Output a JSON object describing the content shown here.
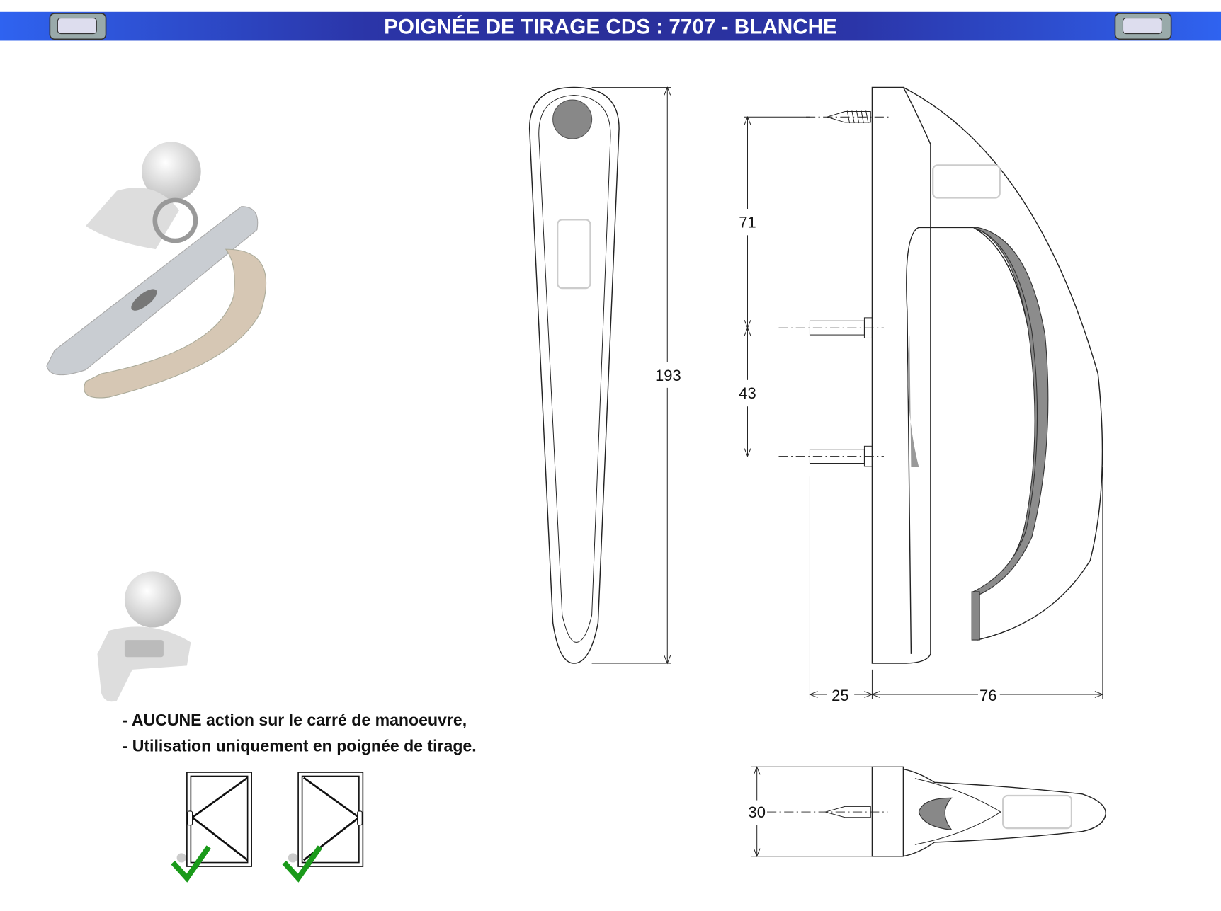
{
  "header": {
    "title": "POIGNÉE DE TIRAGE CDS : 7707 - BLANCHE",
    "colors": {
      "bar_edge": "#2f63f0",
      "bar_center": "#2a2f9a"
    }
  },
  "dimensions": {
    "front_height": "193",
    "side_top_spacing": "71",
    "side_screw_spacing": "43",
    "side_base_depth": "25",
    "side_handle_depth": "76",
    "bottom_width": "30"
  },
  "notes": [
    "- AUCUNE action sur le carré de manoeuvre,",
    "- Utilisation uniquement en poignée de tirage."
  ],
  "icons": [
    "brand-logo-left",
    "brand-logo-right",
    "window-left-hinge-ok",
    "window-right-hinge-ok",
    "check-icon"
  ]
}
